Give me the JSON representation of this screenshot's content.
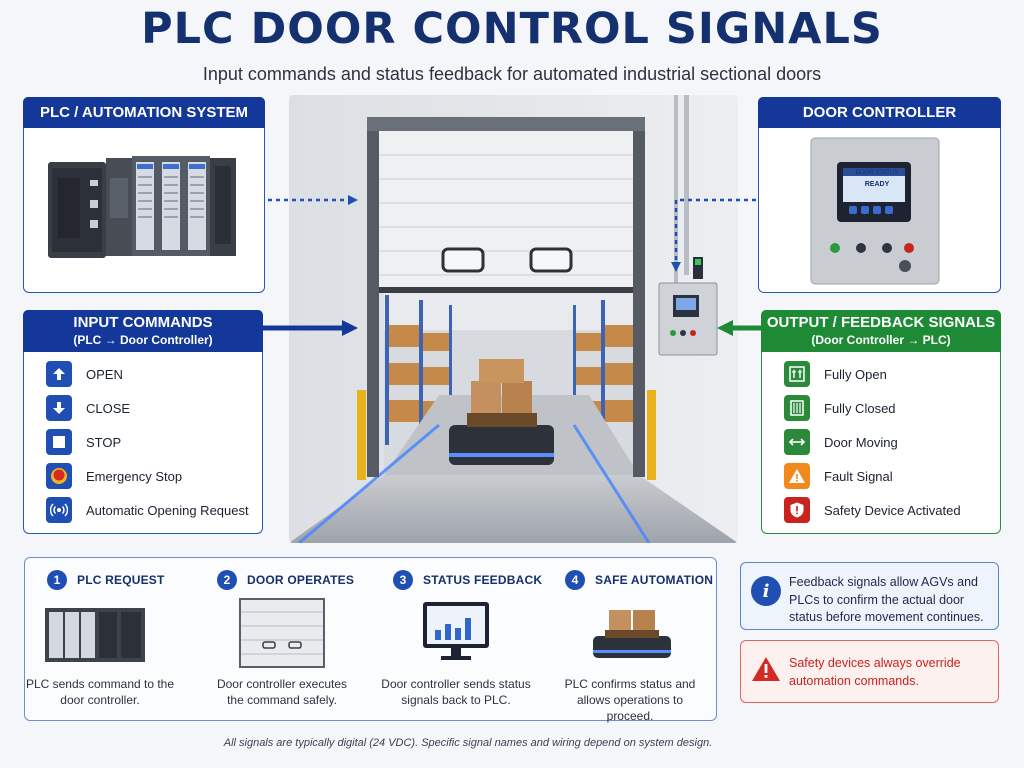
{
  "header": {
    "title": "PLC DOOR CONTROL SIGNALS",
    "subtitle": "Input commands and status feedback for automated industrial sectional doors"
  },
  "plc_panel": {
    "title": "PLC / AUTOMATION SYSTEM"
  },
  "controller_panel": {
    "title": "DOOR CONTROLLER",
    "screen_label": "DOOR STATUS",
    "screen_status": "READY"
  },
  "input_panel": {
    "title": "INPUT COMMANDS",
    "subtitle": "(PLC → Door Controller)",
    "items": [
      {
        "label": "OPEN",
        "icon": "arrow-up-icon"
      },
      {
        "label": "CLOSE",
        "icon": "arrow-down-icon"
      },
      {
        "label": "STOP",
        "icon": "stop-square-icon"
      },
      {
        "label": "Emergency Stop",
        "icon": "emergency-stop-icon"
      },
      {
        "label": "Automatic Opening Request",
        "icon": "wireless-signal-icon"
      }
    ]
  },
  "output_panel": {
    "title": "OUTPUT / FEEDBACK SIGNALS",
    "subtitle": "(Door Controller → PLC)",
    "items": [
      {
        "label": "Fully Open",
        "icon": "door-open-icon"
      },
      {
        "label": "Fully Closed",
        "icon": "door-closed-icon"
      },
      {
        "label": "Door Moving",
        "icon": "bidirectional-arrow-icon"
      },
      {
        "label": "Fault Signal",
        "icon": "warning-triangle-icon"
      },
      {
        "label": "Safety Device Activated",
        "icon": "shield-icon"
      }
    ]
  },
  "process": {
    "steps": [
      {
        "num": "1",
        "title": "PLC REQUEST",
        "desc": "PLC sends command to the door controller."
      },
      {
        "num": "2",
        "title": "DOOR OPERATES",
        "desc": "Door controller executes the command safely."
      },
      {
        "num": "3",
        "title": "STATUS FEEDBACK",
        "desc": "Door controller sends status signals back to PLC."
      },
      {
        "num": "4",
        "title": "SAFE AUTOMATION",
        "desc": "PLC confirms status and allows operations to proceed."
      }
    ]
  },
  "notes": {
    "info": "Feedback signals allow AGVs and PLCs to confirm the actual door status before movement continues.",
    "safety": "Safety devices always override automation commands."
  },
  "footnote": "All signals are typically digital (24 VDC). Specific signal names and wiring depend on system design.",
  "colors": {
    "brand_blue": "#14389a",
    "feedback_green": "#1f8a36",
    "warning_orange": "#f08a1c",
    "danger_red": "#c8231f"
  }
}
